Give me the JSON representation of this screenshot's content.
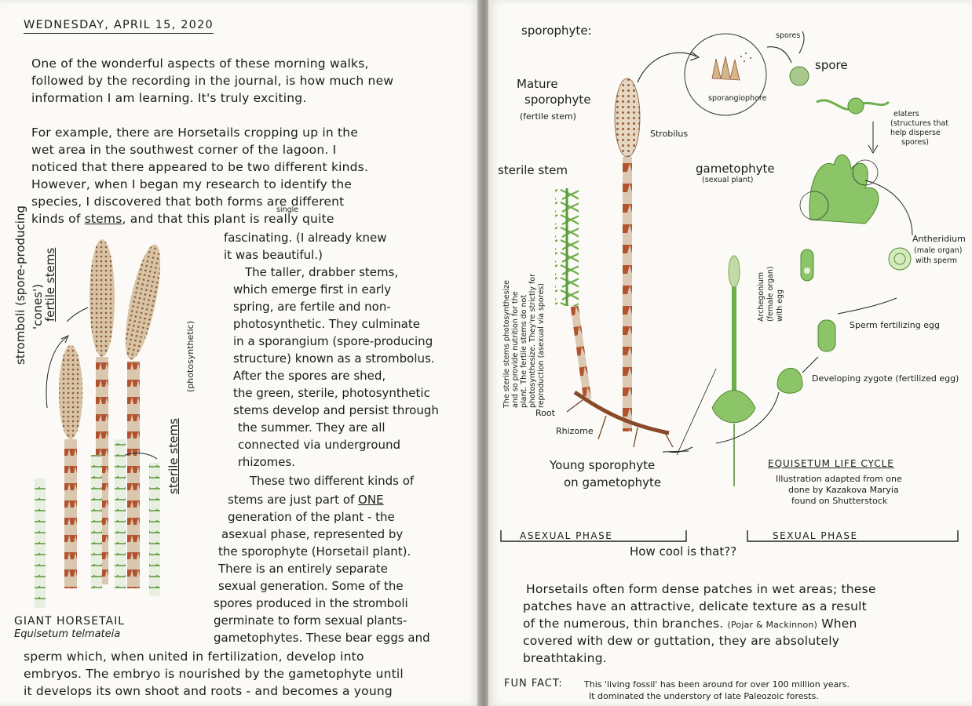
{
  "left_page": {
    "date": "WEDNESDAY, APRIL 15, 2020",
    "intro": [
      "One of the wonderful aspects of these morning walks,",
      "followed by the recording in the journal, is how much new",
      "information I am learning. It's truly exciting."
    ],
    "para2_full": [
      "For example, there are Horsetails cropping up in the",
      "wet area in the southwest corner of the lagoon. I",
      "noticed that there appeared to be two different kinds.",
      "However, when I began my research to identify the",
      "species, I discovered that both forms are different"
    ],
    "para2_kinds_start": "kinds of ",
    "para2_kinds_stems": "stems",
    "para2_kinds_end": ", and that this plant is really quite",
    "insert_single": "single",
    "col_lines": [
      "fascinating. (I already knew",
      "it was beautiful.)",
      "The taller, drabber stems,",
      "which emerge first in early",
      "spring, are fertile and non-",
      "photosynthetic. They culminate",
      "in a sporangium (spore-producing",
      "structure) known as a strombolus.",
      "After the spores are shed,",
      "the green, sterile, photosynthetic",
      "stems develop and persist through",
      "the summer. They are all",
      "connected via underground",
      "rhizomes.",
      "These two different kinds of",
      "stems are just part of "
    ],
    "one_word": "ONE",
    "col_lines2": [
      "generation of the plant - the",
      "asexual phase, represented by",
      "the sporophyte (Horsetail plant).",
      "There is an entirely separate",
      "sexual generation. Some of the",
      "spores produced in the stromboli",
      "germinate to form sexual plants-",
      "gametophytes. These bear eggs and"
    ],
    "bottom_lines": [
      "sperm which, when united in fertilization, develop into",
      "embryos. The embryo is nourished by the gametophyte until",
      "it develops its own shoot and roots - and becomes a young"
    ],
    "labels": {
      "stromboli": "stromboli (spore-producing",
      "cones": "'cones')",
      "fertile_stems": "fertile stems",
      "sterile_stems": "sterile stems",
      "photosynthetic": "(photosynthetic)",
      "giant_horsetail": "GIANT HORSETAIL",
      "species": "Equisetum telmateia"
    }
  },
  "right_page": {
    "sporophyte_heading": "sporophyte:",
    "mature_label": [
      "Mature",
      "sporophyte",
      "(fertile stem)"
    ],
    "strobilus": "Strobilus",
    "sterile_stem": "sterile stem",
    "sterile_note": [
      "The sterile stems photosynthesize",
      "and so provide nutrition for the",
      "plant. The fertile stems do not",
      "photosynthesize. They're strictly for",
      "reproduction (asexual via spores)"
    ],
    "root": "Root",
    "rhizome": "Rhizome",
    "young_sporophyte": [
      "Young sporophyte",
      "on gametophyte"
    ],
    "sporangiophore": "sporangiophore",
    "spores": "spores",
    "spore": "spore",
    "elaters": [
      "elaters",
      "(structures that",
      "help disperse",
      "spores)"
    ],
    "gametophyte": "gametophyte",
    "sexual_plant": "(sexual plant)",
    "antheridium": [
      "Antheridium",
      "(male organ)",
      "with sperm"
    ],
    "archegonium": [
      "Archegonium",
      "(female organ)",
      "with egg"
    ],
    "sperm_fertilizing": "Sperm fertilizing egg",
    "developing_zygote": "Developing zygote (fertilized egg)",
    "life_cycle_title": "EQUISETUM LIFE CYCLE",
    "adapted": [
      "Illustration adapted from one",
      "done by Kazakova Maryia",
      "found on Shutterstock"
    ],
    "asexual_phase": "ASEXUAL PHASE",
    "sexual_phase": "SEXUAL PHASE",
    "how_cool": "How cool is that??",
    "closing_lines_1": "Horsetails often form dense patches in wet areas; these",
    "closing_lines_2": "patches have an attractive, delicate texture as a result",
    "closing_lines_3a": "of the numerous, thin branches.",
    "closing_cite": "(Pojar & Mackinnon)",
    "closing_lines_3b": " When",
    "closing_lines_4": "covered with dew or guttation, they are absolutely",
    "closing_lines_5": "breathtaking.",
    "fun_fact_label": "FUN FACT:",
    "fun_fact_1": "This 'living fossil' has been around for over 100 million years.",
    "fun_fact_2": "It dominated the understory of late Paleozoic forests."
  },
  "colors": {
    "paper": "#fbfaf6",
    "ink": "#1c1c1c",
    "fern_green": "#6fae4a",
    "rust": "#b2532f",
    "tan": "#c9a27b"
  }
}
